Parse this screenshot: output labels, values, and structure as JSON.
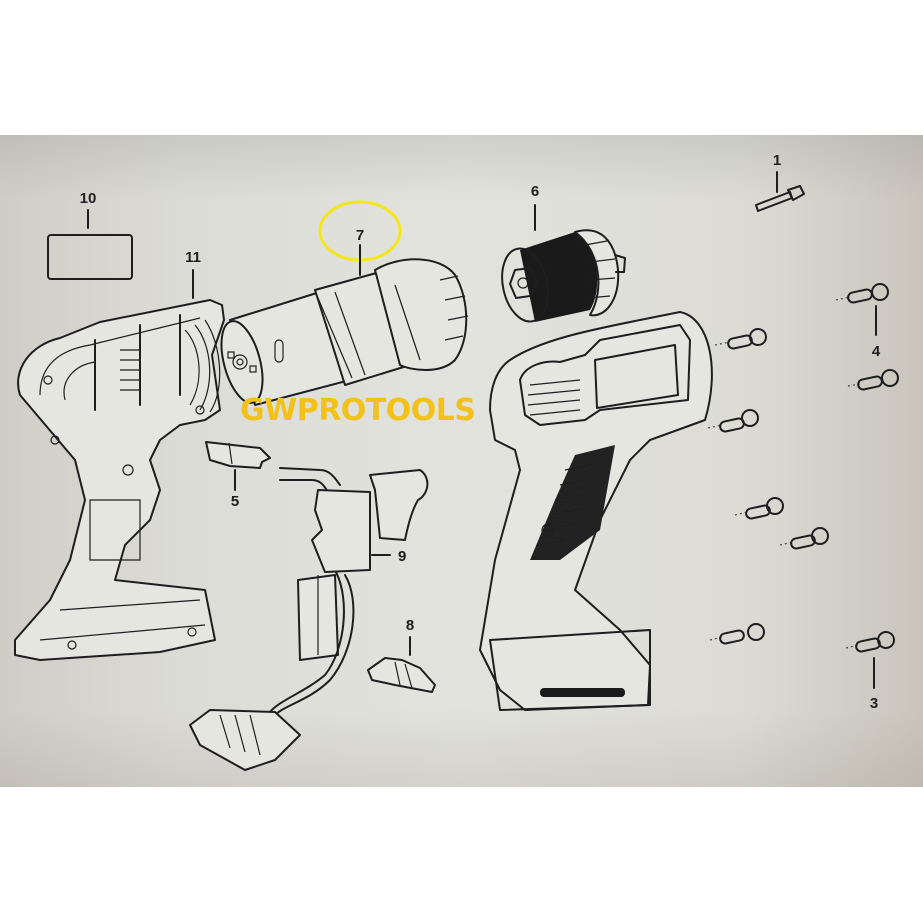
{
  "diagram": {
    "type": "exploded-parts-diagram",
    "subject": "cordless drill/driver",
    "watermark": {
      "text": "GWPROTOOLS",
      "color": "#f3c21a"
    },
    "highlight": {
      "part": "7",
      "shape": "ellipse",
      "color": "#f5e61c"
    },
    "parts": [
      {
        "id": "1",
        "label": "1",
        "description": "chuck retaining screw"
      },
      {
        "id": "3",
        "label": "3",
        "description": "housing screws (lower)"
      },
      {
        "id": "4",
        "label": "4",
        "description": "housing screws (upper)"
      },
      {
        "id": "5",
        "label": "5",
        "description": "forward/reverse slider"
      },
      {
        "id": "6",
        "label": "6",
        "description": "keyless chuck"
      },
      {
        "id": "7",
        "label": "7",
        "description": "motor and gearbox assembly"
      },
      {
        "id": "8",
        "label": "8",
        "description": "battery latch"
      },
      {
        "id": "9",
        "label": "9",
        "description": "trigger switch with wiring and terminal block"
      },
      {
        "id": "10",
        "label": "10",
        "description": "nameplate label"
      },
      {
        "id": "11",
        "label": "11",
        "description": "left housing half"
      }
    ]
  }
}
